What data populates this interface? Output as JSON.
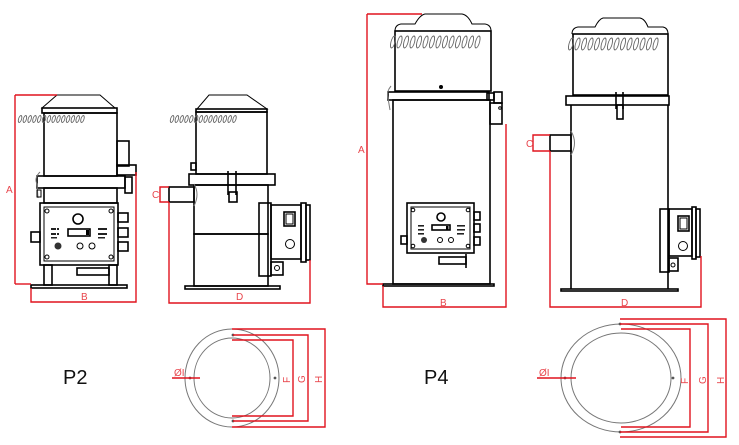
{
  "models": [
    {
      "name": "P2",
      "views": [
        "front-view",
        "side-view",
        "flange-top-view"
      ],
      "dimension_labels": {
        "height": "A",
        "front_width": "B",
        "inlet_diameter": "C",
        "side_depth": "D",
        "flange_inner": "F",
        "flange_bolt_circle": "G",
        "flange_outer": "H",
        "bolt_hole": "ØI"
      }
    },
    {
      "name": "P4",
      "views": [
        "front-view",
        "side-view",
        "flange-top-view"
      ],
      "dimension_labels": {
        "height": "A",
        "front_width": "B",
        "inlet_diameter": "C",
        "side_depth": "D",
        "flange_inner": "F",
        "flange_bolt_circle": "G",
        "flange_outer": "H",
        "bolt_hole": "ØI"
      }
    }
  ],
  "colors": {
    "outline": "#000000",
    "dimension": "#e0141e",
    "dimension_text": "#e8454c",
    "background": "#ffffff"
  }
}
